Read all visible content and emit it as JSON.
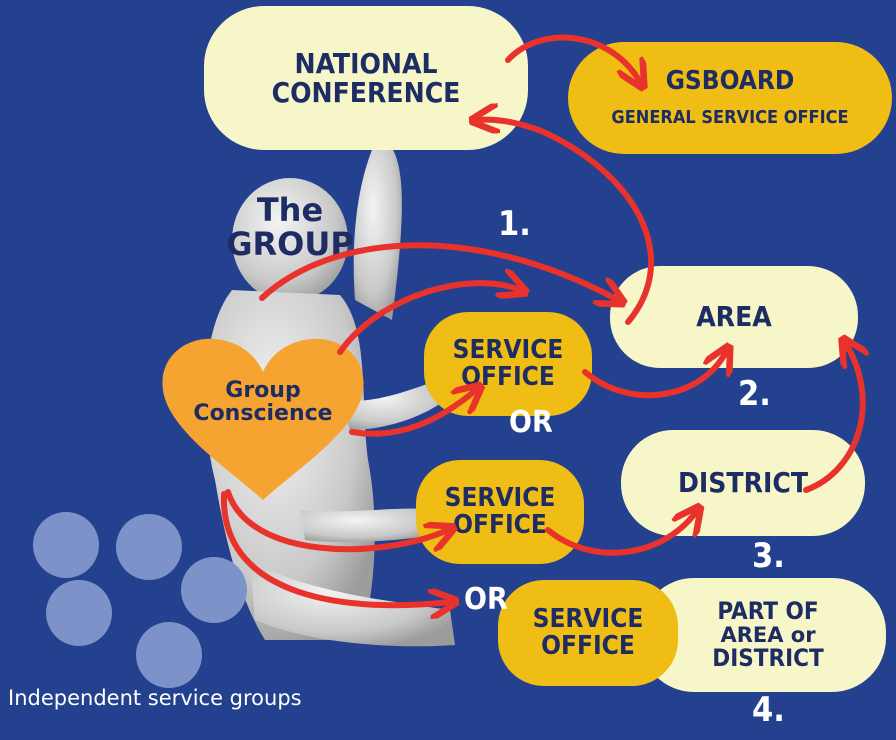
{
  "national_conference": {
    "line1": "NATIONAL",
    "line2": "CONFERENCE"
  },
  "gsboard": {
    "title": "GSBOARD",
    "subtitle": "GENERAL SERVICE OFFICE"
  },
  "the_group": {
    "line1": "The",
    "line2": "GROUP"
  },
  "group_conscience": {
    "line1": "Group",
    "line2": "Conscience"
  },
  "area": {
    "label": "AREA"
  },
  "district": {
    "label": "DISTRICT"
  },
  "part_of": {
    "line1": "PART OF",
    "line2": "AREA or",
    "line3": "DISTRICT"
  },
  "service_office": {
    "line1": "SERVICE",
    "line2": "OFFICE"
  },
  "connector_or": "OR",
  "steps": [
    "1.",
    "2.",
    "3.",
    "4."
  ],
  "footer": "Independent service groups",
  "colors": {
    "background": "#24418f",
    "cream": "#f6f6c9",
    "gold": "#f0bd14",
    "heart": "#f5a431",
    "arrow": "#e8322b",
    "text_dark": "#1d2c63",
    "dots": "#7c92c9"
  }
}
